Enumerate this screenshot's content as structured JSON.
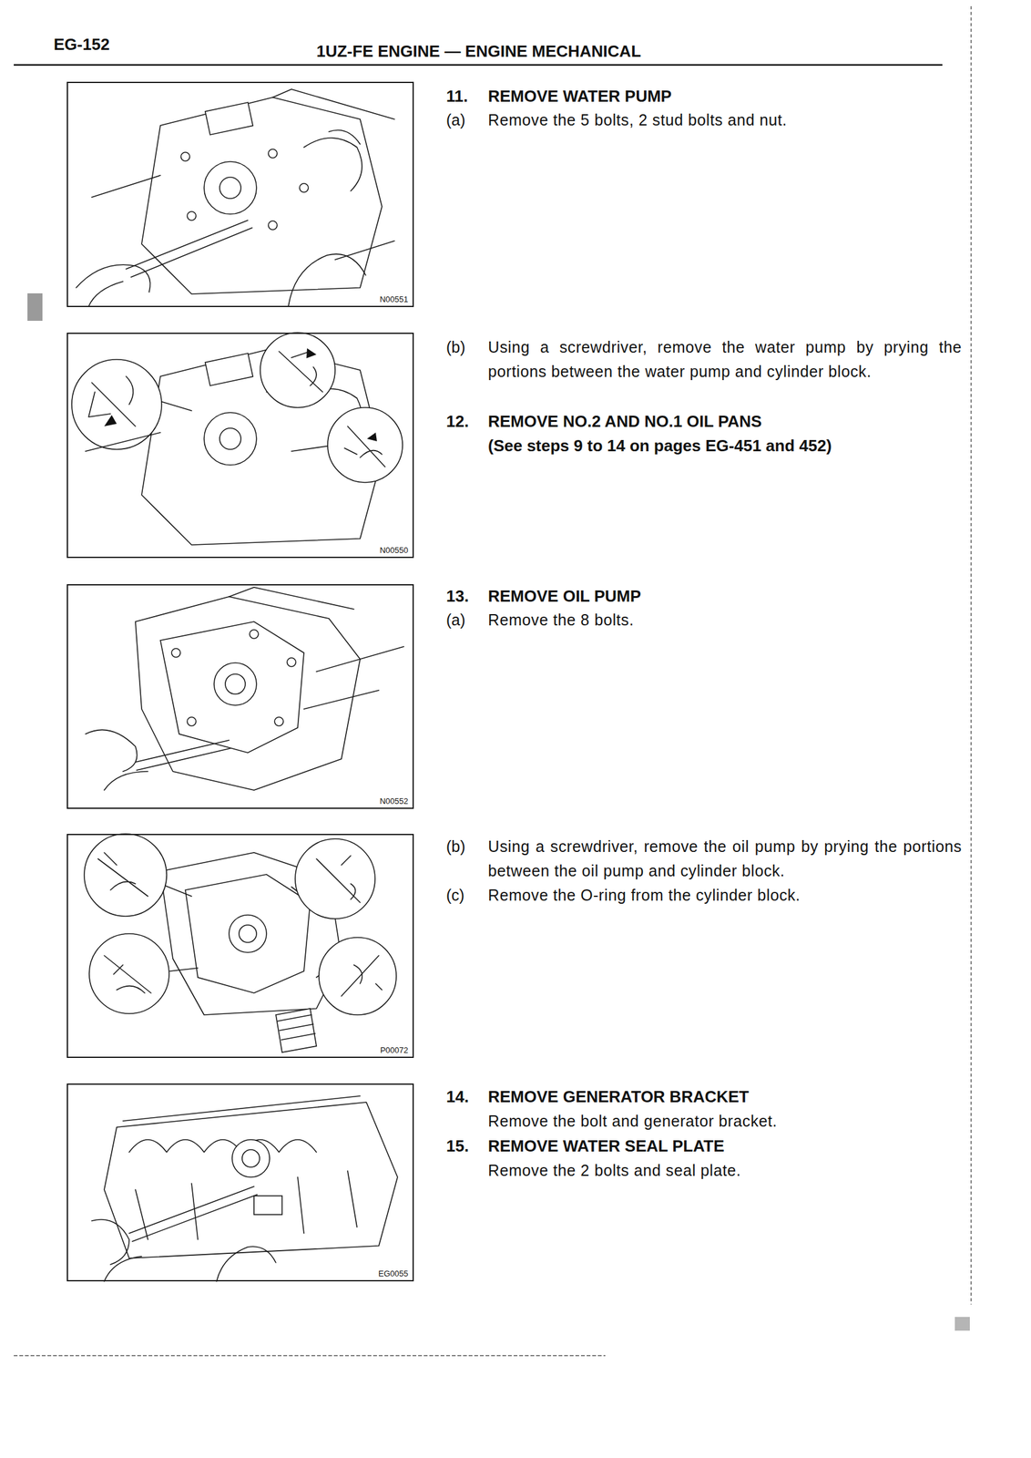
{
  "diagram": {
    "title": "1UZ-FE ENGINE — ENGINE MECHANICAL",
    "nodes": [
      {
        "text": [
          "N00551"
        ]
      },
      {
        "text": [
          "N00550"
        ]
      },
      {
        "text": [
          "N00552"
        ]
      },
      {
        "text": [
          "P00072"
        ]
      },
      {
        "text": [
          "EG0055"
        ]
      }
    ],
    "labels": [
      "EG-152",
      "11.",
      "REMOVE WATER PUMP",
      "(a)",
      "Remove the 5 bolts, 2 stud bolts and nut.",
      "(b)",
      "Using a screwdriver, remove the water pump by prying the portions between the water pump and cylinder block.",
      "12.",
      "REMOVE NO.2 AND NO.1 OIL PANS",
      "(See steps 9 to 14 on pages EG-451 and 452)",
      "13.",
      "REMOVE OIL PUMP",
      "(a)",
      "Remove the 8 bolts.",
      "(b)",
      "Using a screwdriver, remove the oil pump by prying the portions between the oil pump and cylinder block.",
      "(c)",
      "Remove the O-ring from the cylinder block.",
      "14.",
      "REMOVE GENERATOR BRACKET",
      "Remove the bolt and generator bracket.",
      "15.",
      "REMOVE WATER SEAL PLATE",
      "Remove the 2 bolts and seal plate."
    ]
  }
}
